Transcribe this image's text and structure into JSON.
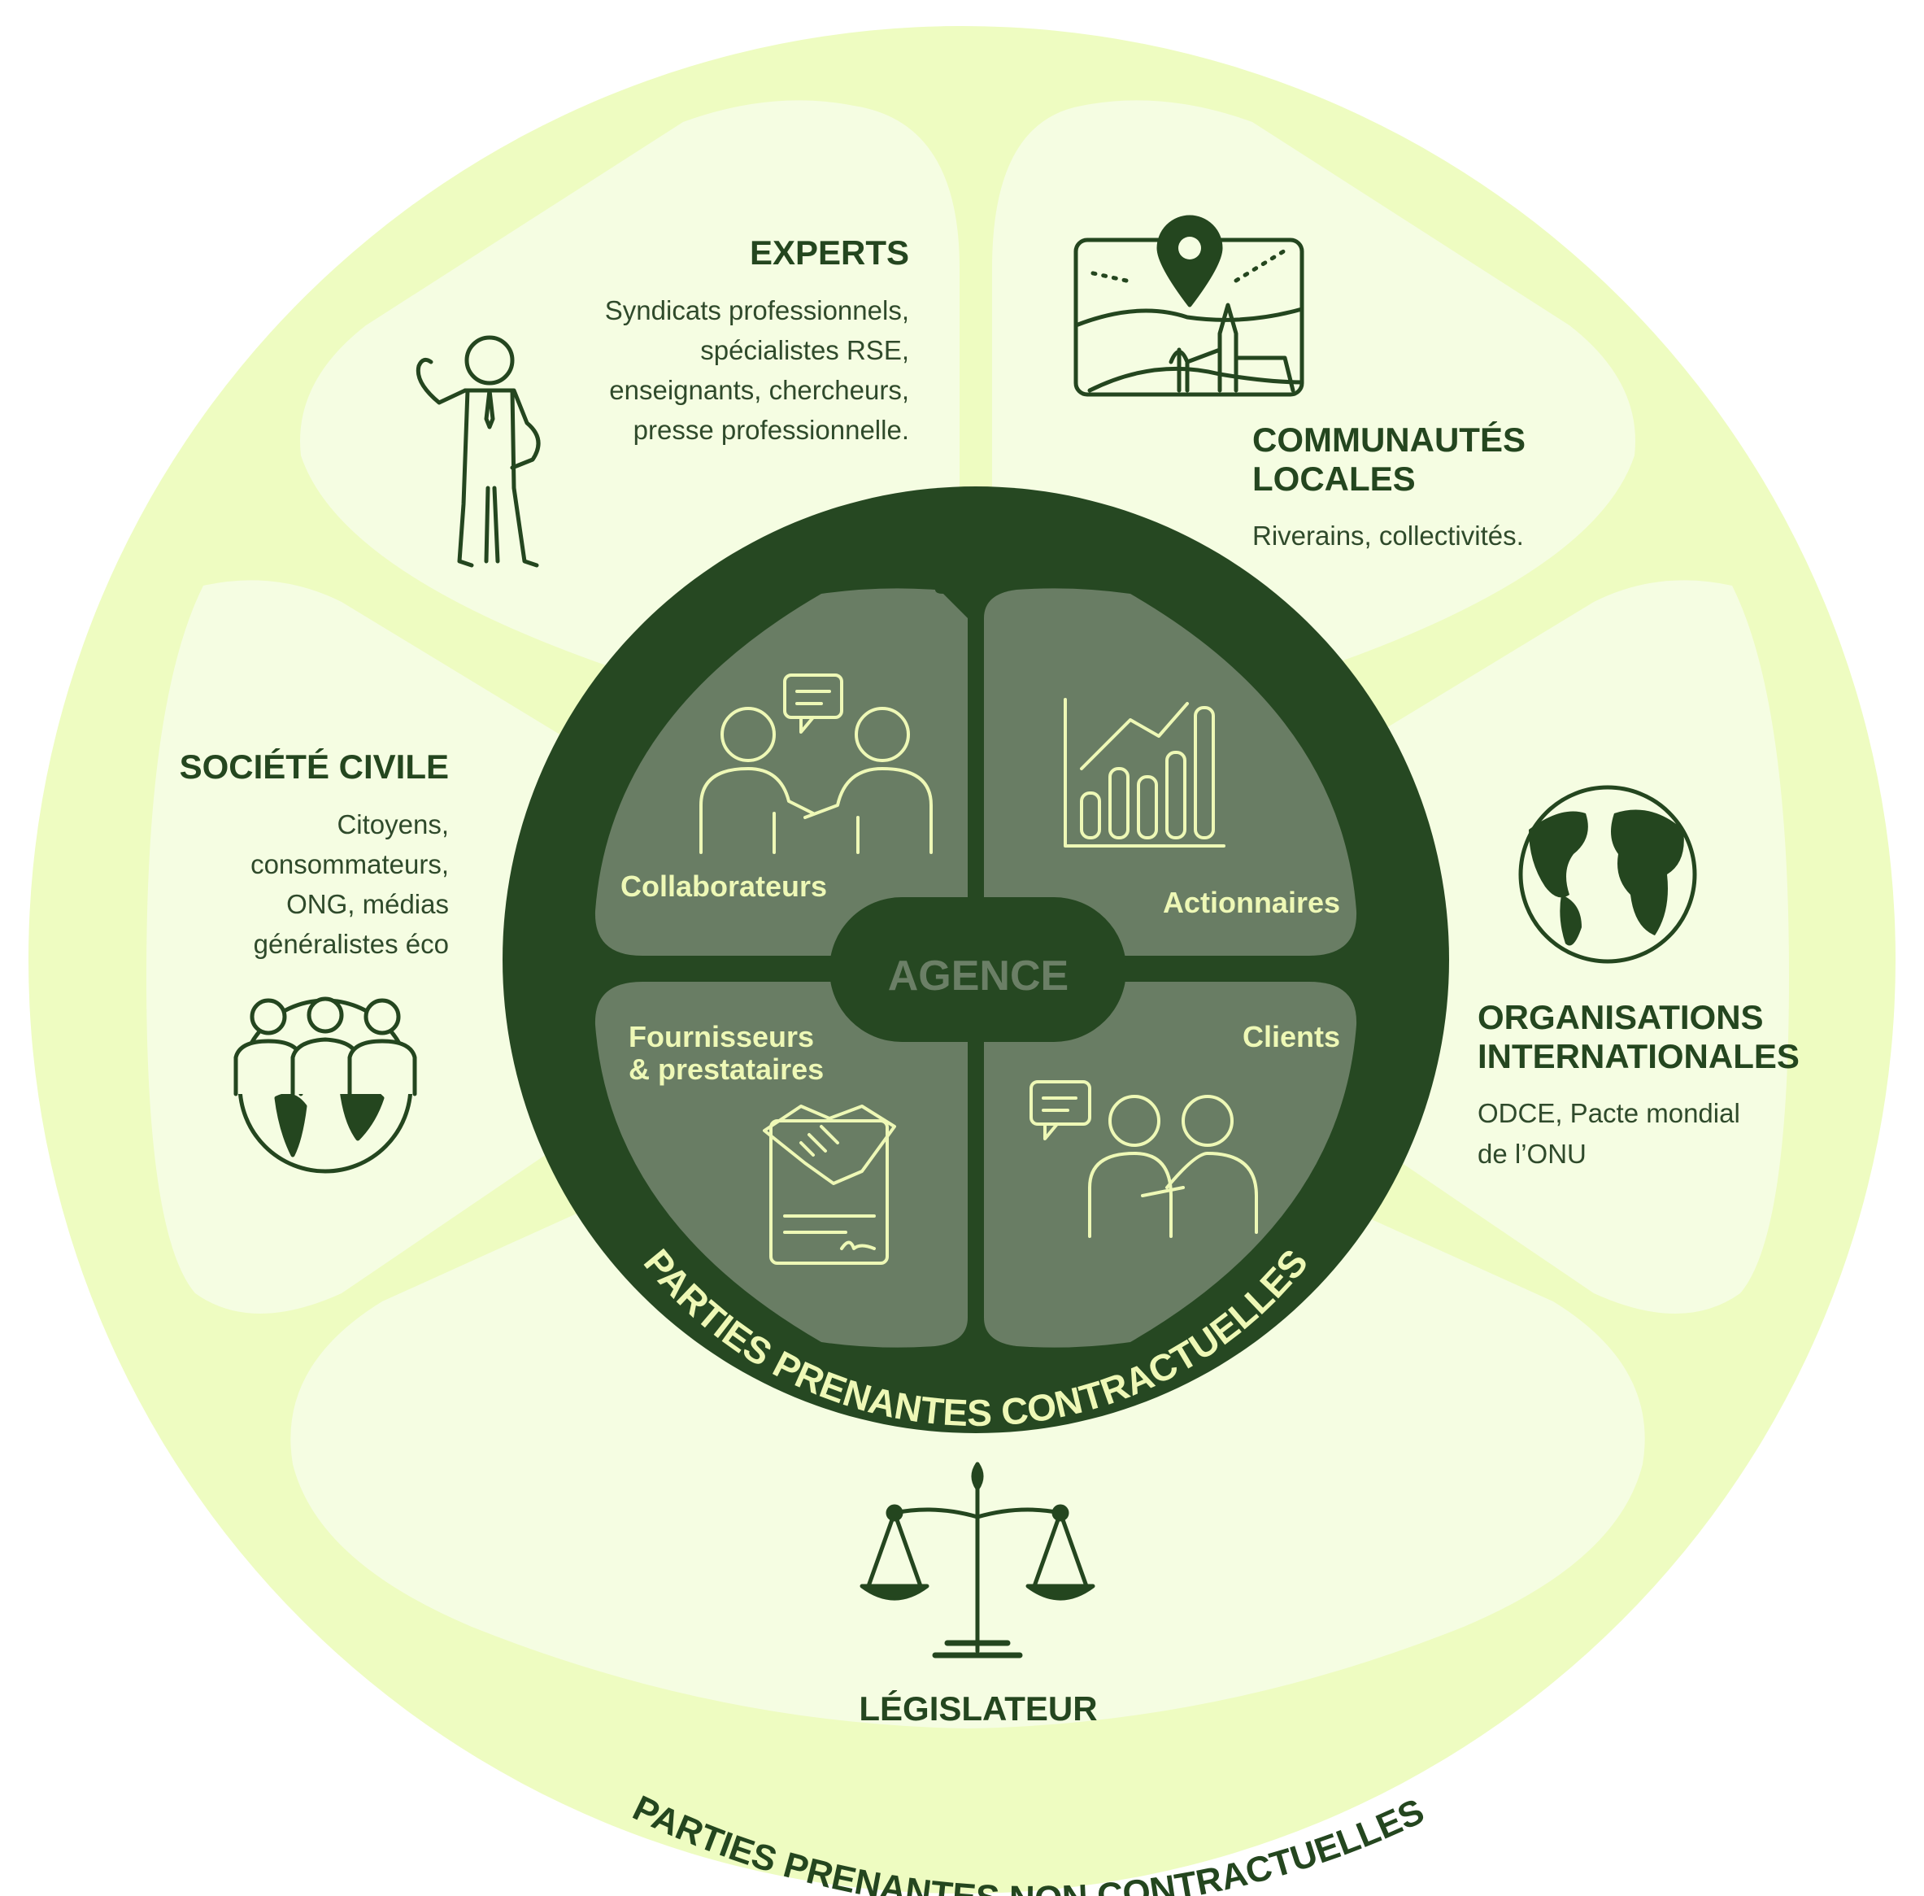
{
  "diagram": {
    "center_label": "AGENCE",
    "inner_ring_label": "PARTIES PRENANTES CONTRACTUELLES",
    "outer_ring_label": "PARTIES PRENANTES NON CONTRACTUELLES",
    "inner_quadrants": [
      {
        "label": "Collaborateurs",
        "icon": "people-talking-icon"
      },
      {
        "label": "Actionnaires",
        "icon": "bar-chart-icon"
      },
      {
        "label_line1": "Fournisseurs",
        "label_line2": "& prestataires",
        "icon": "handshake-contract-icon"
      },
      {
        "label": "Clients",
        "icon": "clients-icon"
      }
    ],
    "outer_groups": {
      "experts": {
        "title": "EXPERTS",
        "lines": [
          "Syndicats professionnels,",
          "spécialistes RSE,",
          "enseignants, chercheurs,",
          "presse professionnelle."
        ],
        "icon": "businessman-icon"
      },
      "communautes": {
        "title_line1": "COMMUNAUTÉS",
        "title_line2": "LOCALES",
        "lines": [
          "Riverains, collectivités."
        ],
        "icon": "map-pin-village-icon"
      },
      "societe": {
        "title": "SOCIÉTÉ CIVILE",
        "lines": [
          "Citoyens,",
          "consommateurs,",
          "ONG, médias",
          "généralistes éco"
        ],
        "icon": "people-globe-icon"
      },
      "organisations": {
        "title_line1": "ORGANISATIONS",
        "title_line2": "INTERNATIONALES",
        "lines": [
          "ODCE, Pacte mondial",
          "de l’ONU"
        ],
        "icon": "globe-icon"
      },
      "legislateur": {
        "title": "LÉGISLATEUR",
        "icon": "scales-icon"
      }
    },
    "colors": {
      "outer_ring": "#eefcc1",
      "outer_petals": "#f5fde2",
      "inner_disc": "#264822",
      "inner_quadrants": "#697d64",
      "light_text": "#eef8b6",
      "dark_text": "#24461f",
      "agence_text": "#6b7f66"
    }
  }
}
